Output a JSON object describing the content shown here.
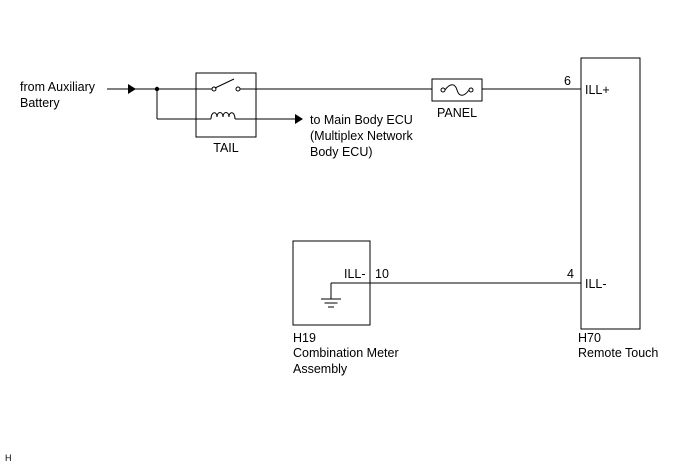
{
  "source": {
    "line1": "from Auxiliary",
    "line2": "Battery"
  },
  "relay": {
    "label": "TAIL"
  },
  "main_body_ecu": {
    "line1": "to Main Body ECU",
    "line2": "(Multiplex Network",
    "line3": "Body ECU)"
  },
  "fuse": {
    "label": "PANEL"
  },
  "remote_touch": {
    "code": "H70",
    "name": "Remote Touch",
    "pin_top_number": "6",
    "pin_top_label": "ILL+",
    "pin_bottom_number": "4",
    "pin_bottom_label": "ILL-"
  },
  "combination_meter": {
    "code": "H19",
    "name_line1": "Combination Meter",
    "name_line2": "Assembly",
    "pin_label": "ILL-",
    "pin_number": "10"
  },
  "corner_mark": "H",
  "colors": {
    "line": "#000000",
    "background": "#ffffff"
  }
}
